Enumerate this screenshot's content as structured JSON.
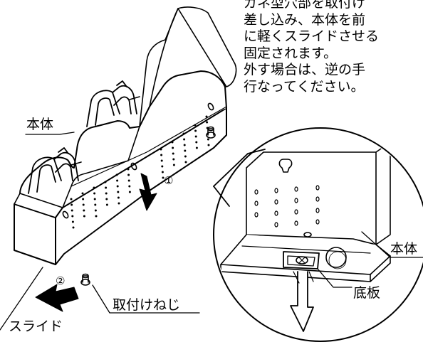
{
  "instruction_lines": [
    "ガネ型穴部を取付け",
    "差し込み、本体を前",
    "に軽くスライドさせる",
    "固定されます。",
    "外す場合は、逆の手",
    "行なってください。"
  ],
  "labels": {
    "main_body": "本体",
    "detail_body": "本体",
    "bottom_plate": "底板",
    "screw": "取付けねじ",
    "slide": "スライド",
    "step1": "①",
    "step2": "②"
  },
  "colors": {
    "line": "#000000",
    "background": "#ffffff"
  }
}
